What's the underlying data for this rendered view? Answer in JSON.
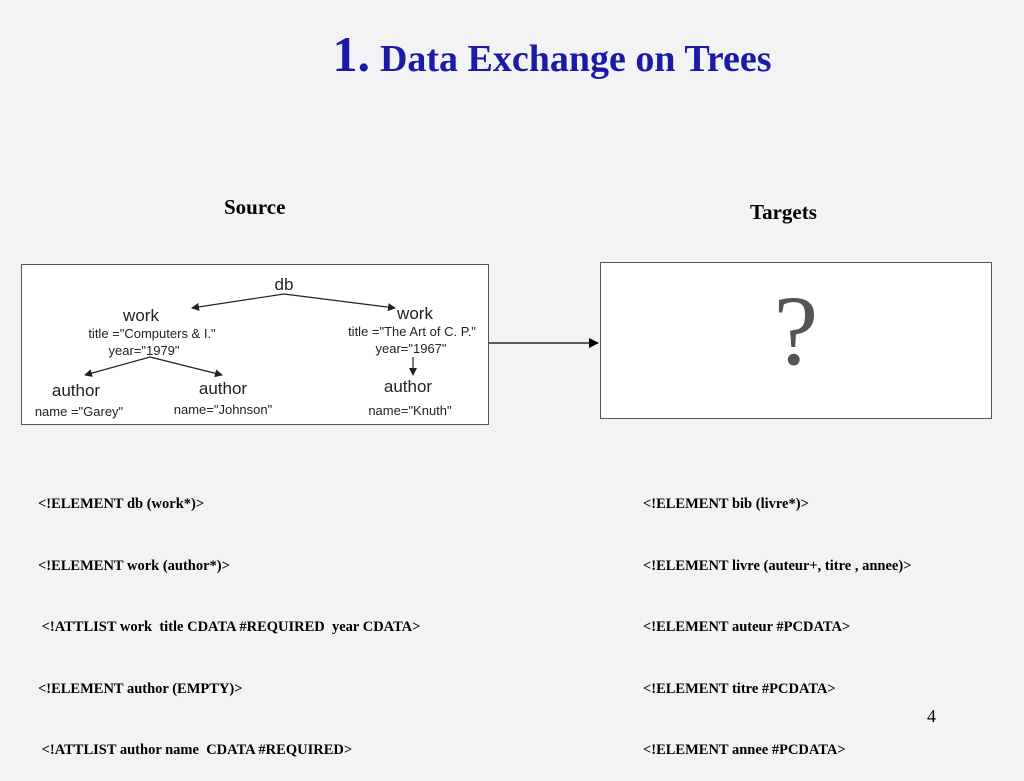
{
  "slide": {
    "title_number": "1.",
    "title_text": "Data Exchange on  Trees",
    "page_number": "4"
  },
  "source": {
    "label": "Source",
    "tree": {
      "root": "db",
      "work1": {
        "label": "work",
        "attr_title": "title =\"Computers & I.\"",
        "attr_year": "year=\"1979\""
      },
      "work2": {
        "label": "work",
        "attr_title": "title =\"The Art of C. P.\"",
        "attr_year": "year=\"1967\""
      },
      "author1": {
        "label": "author",
        "attr": "name =\"Garey\""
      },
      "author2": {
        "label": "author",
        "attr": "name=\"Johnson\""
      },
      "author3": {
        "label": "author",
        "attr": "name=\"Knuth\""
      }
    },
    "dtd": [
      "<!ELEMENT db (work*)>",
      "<!ELEMENT work (author*)>",
      " <!ATTLIST work  title CDATA #REQUIRED  year CDATA>",
      "<!ELEMENT author (EMPTY)>",
      " <!ATTLIST author name  CDATA #REQUIRED>"
    ]
  },
  "targets": {
    "label": "Targets",
    "placeholder": "?",
    "dtd": [
      "<!ELEMENT bib (livre*)>",
      "<!ELEMENT livre (auteur+, titre , annee)>",
      "<!ELEMENT auteur #PCDATA>",
      "<!ELEMENT titre #PCDATA>",
      "<!ELEMENT annee #PCDATA>"
    ]
  },
  "colors": {
    "title": "#1a1aa6",
    "background": "#f3f3f5"
  }
}
